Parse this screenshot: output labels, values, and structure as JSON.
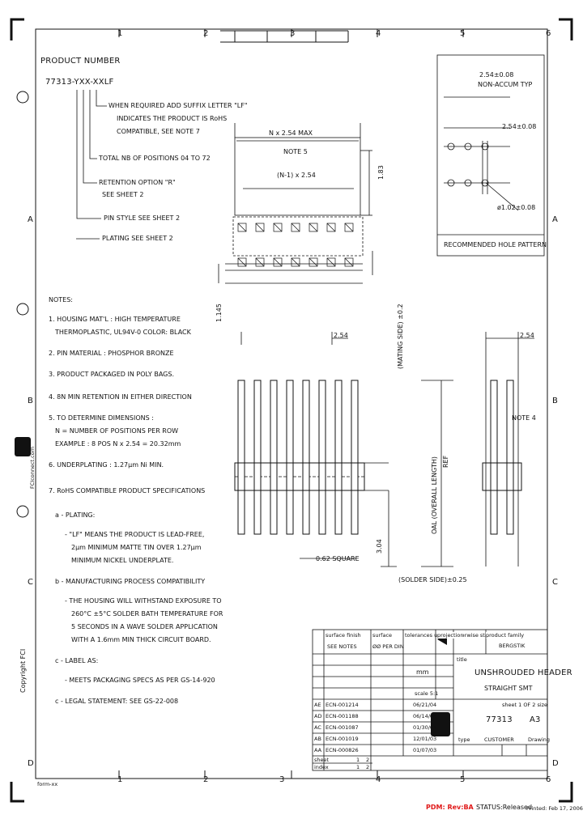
{
  "zones_top": [
    "1",
    "2",
    "3",
    "4",
    "5",
    "6"
  ],
  "zones_bottom": [
    "1",
    "2",
    "3",
    "4",
    "5",
    "6"
  ],
  "zones_left": [
    "A",
    "B",
    "C",
    "D"
  ],
  "zones_right": [
    "A",
    "B",
    "C",
    "D"
  ],
  "product_number": {
    "title": "PRODUCT NUMBER",
    "code": "77313-YXX-XXLF",
    "callouts": [
      "WHEN REQUIRED ADD SUFFIX LETTER \"LF\"",
      "INDICATES THE PRODUCT IS RoHS",
      "COMPATIBLE, SEE NOTE 7",
      "TOTAL NB OF POSITIONS 04 TO 72",
      "RETENTION OPTION \"R\"",
      "SEE SHEET 2",
      "PIN STYLE SEE SHEET 2",
      "PLATING SEE SHEET 2"
    ]
  },
  "notes": {
    "title": "NOTES:",
    "items": [
      "1. HOUSING MAT'L : HIGH TEMPERATURE",
      "THERMOPLASTIC, UL94V-0 COLOR: BLACK",
      "2. PIN MATERIAL : PHOSPHOR BRONZE",
      "3. PRODUCT PACKAGED IN POLY BAGS.",
      "4. 8N MIN RETENTION IN EITHER DIRECTION",
      "5. TO DETERMINE DIMENSIONS :",
      "N = NUMBER OF POSITIONS PER ROW",
      "EXAMPLE : 8 POS  N x 2.54 = 20.32mm",
      "6. UNDERPLATING : 1.27µm Ni MIN.",
      "7. RoHS COMPATIBLE PRODUCT SPECIFICATIONS",
      "a - PLATING:",
      "- \"LF\" MEANS THE PRODUCT IS LEAD-FREE,",
      "2µm MINIMUM MATTE TIN OVER 1.27µm",
      "MINIMUM NICKEL UNDERPLATE.",
      "b - MANUFACTURING PROCESS COMPATIBILITY",
      "- THE HOUSING WILL WITHSTAND EXPOSURE TO",
      "260°C ±5°C SOLDER BATH TEMPERATURE FOR",
      "5 SECONDS IN A WAVE SOLDER APPLICATION",
      "WITH A 1.6mm MIN THICK CIRCUIT BOARD.",
      "c - LABEL AS:",
      "- MEETS PACKAGING SPECS AS PER GS-14-920",
      "c - LEGAL STATEMENT: SEE GS-22-008"
    ]
  },
  "dims": {
    "nx254": "N x 2.54 MAX",
    "note5": "NOTE 5",
    "n1x254": "(N-1) x 2.54",
    "d183": "1.83",
    "d1145": "1.145",
    "mating": "(MATING SIDE) ±0.2",
    "d254a": "2.54",
    "d254b": "2.54",
    "note4": "NOTE 4",
    "oal": "OAL (OVERALL LENGTH)",
    "ref": "REF",
    "d062": "0.62 SQUARE",
    "d304": "3.04",
    "solder": "(SOLDER SIDE)±0.25"
  },
  "hole_pattern": {
    "d1": "2.54±0.08",
    "d1sub": "NON-ACCUM TYP",
    "d2": "2.54±0.08",
    "d3": "ø1.02±0.08",
    "caption": "RECOMMENDED HOLE PATTERN"
  },
  "title_block": {
    "hdr_finish": "surface finish",
    "finish": "SEE NOTES",
    "hdr_surface": "surface",
    "surface_val": "ØØ PER DIN",
    "hdr_tol": "tolerances unless otherwise stated",
    "hdr_proj": "projection",
    "hdr_family": "product family",
    "family": "BERGSTIK",
    "title_lbl": "title",
    "title1": "UNSHROUDED HEADER",
    "title2": "STRAIGHT SMT",
    "mm": "mm",
    "scale": "scale 5:1",
    "sheet": "sheet 1 OF 2  size",
    "drawing_no": "77313",
    "size": "A3",
    "type_lbl": "type",
    "type_val": "CUSTOMER",
    "drawing_lbl": "Drawing",
    "copyright": "Copyright FCI",
    "fcipart": "FCIconnect.com",
    "sheet_lbl": "sheet",
    "index_lbl": "index",
    "revs": [
      {
        "rev": "AE",
        "ecn": "ECN-001214",
        "date": "06/21/04"
      },
      {
        "rev": "AD",
        "ecn": "ECN-001188",
        "date": "06/14/04"
      },
      {
        "rev": "AC",
        "ecn": "ECN-001087",
        "date": "01/30/04"
      },
      {
        "rev": "AB",
        "ecn": "ECN-001019",
        "date": "12/01/03"
      },
      {
        "rev": "AA",
        "ecn": "ECN-000826",
        "date": "01/07/03"
      }
    ],
    "sheet_row": [
      "1",
      "2"
    ],
    "index_row": [
      "1",
      "2"
    ]
  },
  "footer": {
    "pdm": "PDM: Rev:BA",
    "status": "STATUS:Released",
    "printed": "Printed: Feb 17, 2006",
    "form": "form-xx"
  }
}
